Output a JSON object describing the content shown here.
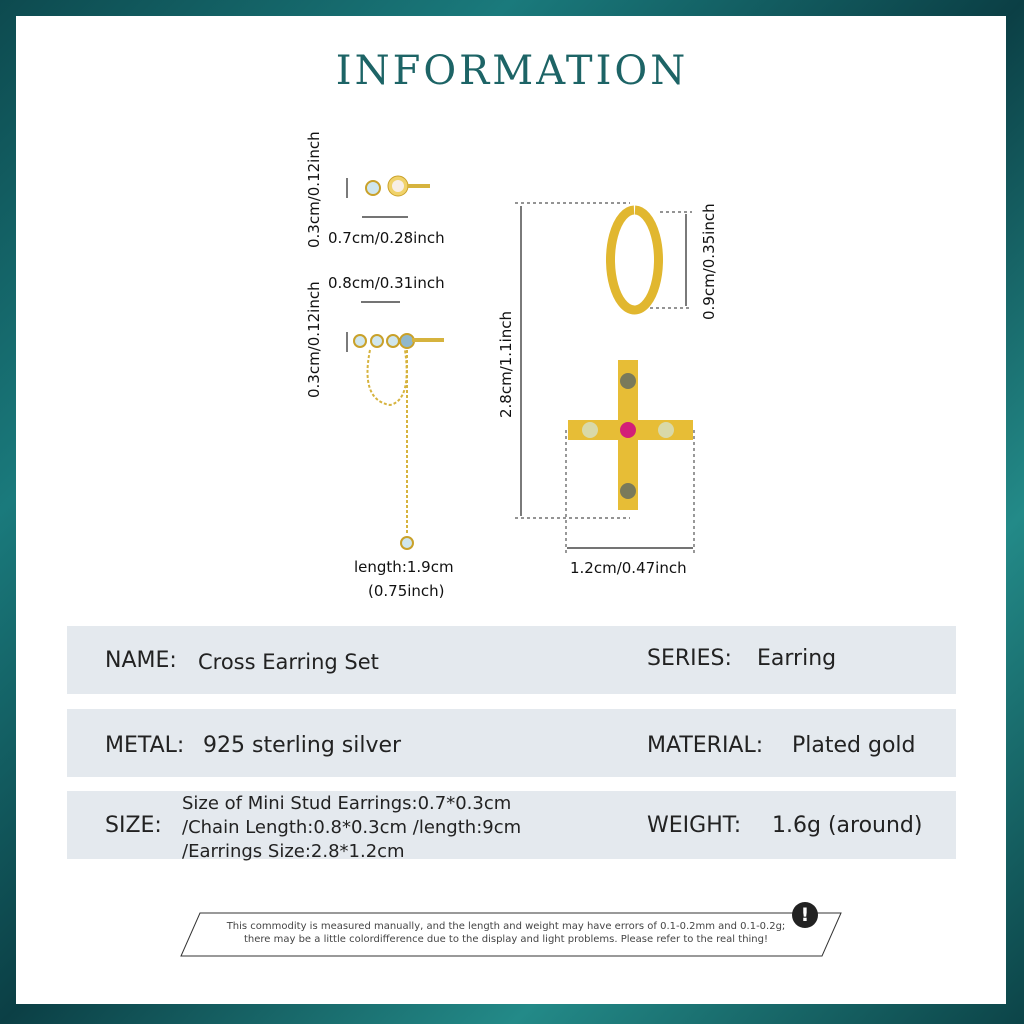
{
  "title": "INFORMATION",
  "dimensions": {
    "stud_height": "0.3cm/0.12inch",
    "stud_width": "0.7cm/0.28inch",
    "chain_width": "0.8cm/0.31inch",
    "chain_height": "0.3cm/0.12inch",
    "chain_length": "length:1.9cm",
    "chain_length_inch": "(0.75inch)",
    "cross_total_height": "2.8cm/1.1inch",
    "hoop_height": "0.9cm/0.35inch",
    "cross_width": "1.2cm/0.47inch"
  },
  "specs": {
    "name_label": "NAME:",
    "name_value": "Cross Earring Set",
    "series_label": "SERIES:",
    "series_value": "Earring",
    "metal_label": "METAL:",
    "metal_value": "925 sterling silver",
    "material_label": "MATERIAL:",
    "material_value": "Plated gold",
    "size_label": "SIZE:",
    "size_lines": [
      "Size of Mini Stud Earrings:0.7*0.3cm",
      "/Chain Length:0.8*0.3cm /length:9cm",
      "/Earrings Size:2.8*1.2cm"
    ],
    "weight_label": "WEIGHT:",
    "weight_value": "1.6g (around)"
  },
  "disclaimer": {
    "line1": "This commodity is measured manually, and the length and weight may have errors of 0.1-0.2mm and 0.1-0.2g;",
    "line2": "there may be a little colordifference due to the display and light problems. Please refer to the real thing!",
    "icon": "exclamation-icon"
  }
}
